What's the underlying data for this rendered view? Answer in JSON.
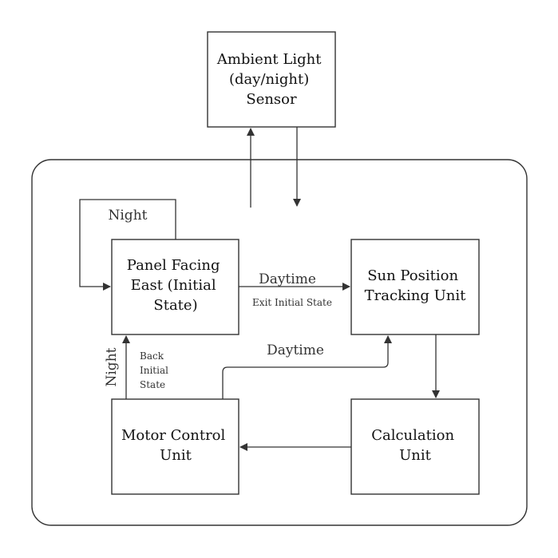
{
  "nodes": {
    "ambient_sensor": [
      "Ambient Light",
      "(day/night)",
      "Sensor"
    ],
    "panel_east": [
      "Panel Facing",
      "East (Initial",
      "State)"
    ],
    "sun_tracking": [
      "Sun Position",
      "Tracking Unit"
    ],
    "motor_control": [
      "Motor Control",
      "Unit"
    ],
    "calculation": [
      "Calculation",
      "Unit"
    ]
  },
  "edges": {
    "night_loop": "Night",
    "daytime_top": "Daytime",
    "exit_initial": "Exit Initial State",
    "daytime_bottom": "Daytime",
    "night_left": "Night",
    "back_initial": [
      "Back",
      "Initial",
      "State"
    ]
  },
  "colors": {
    "stroke": "#333333",
    "text": "#111111",
    "background": "#ffffff"
  }
}
